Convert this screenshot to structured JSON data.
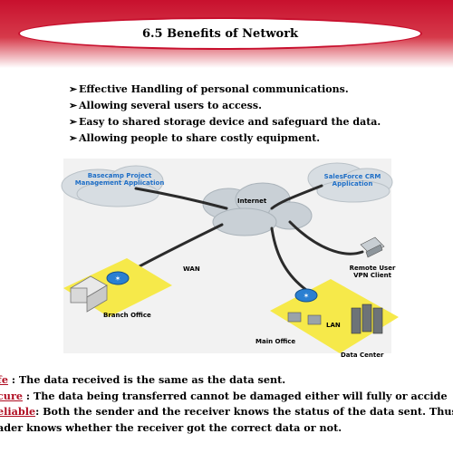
{
  "slide": {
    "title": "6.5 Benefits of Network",
    "bullets": [
      "Effective Handling of personal communications.",
      "Allowing several users to access.",
      "Easy to shared storage device and safeguard the data.",
      "Allowing people to share costly equipment."
    ],
    "diagram": {
      "basecamp_label": "Basecamp Project Management Application",
      "basecamp_line1": "Basecamp Project",
      "basecamp_line2": "Management Application",
      "salesforce_line1": "SalesForce CRM",
      "salesforce_line2": "Application",
      "internet_label": "Internet",
      "wan_label": "WAN",
      "branch_office_label": "Branch Office",
      "remote_user_line1": "Remote User",
      "remote_user_line2": "VPN Client",
      "lan_label": "LAN",
      "main_office_label": "Main Office",
      "data_center_label": "Data Center"
    },
    "bottom": {
      "line1_term": "fe",
      "line1_text": " : The data received is the same as the data sent.",
      "line2_term": "cure",
      "line2_text": " : The data being transferred cannot be damaged either will fully or accide",
      "line3_term": "eliable",
      "line3_text": ": Both the sender and the receiver knows the status of the data sent. Thus",
      "line4_text": "ader knows whether the receiver got the correct data or not."
    }
  }
}
